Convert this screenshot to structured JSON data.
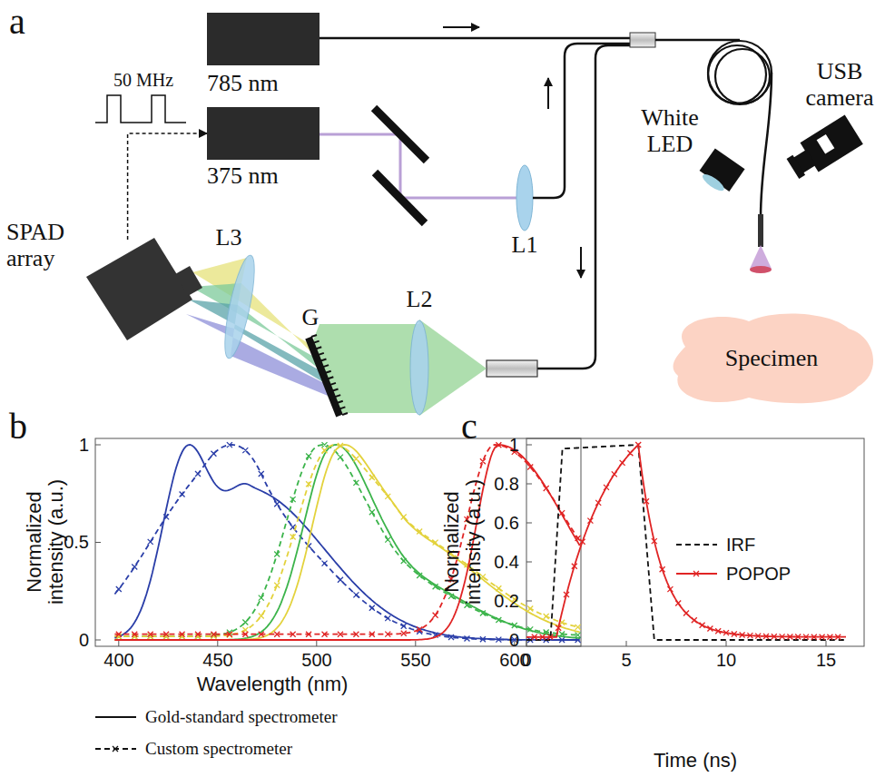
{
  "diagram": {
    "nodes": [
      {
        "text": [
          "785 nm"
        ]
      },
      {
        "text": [
          "375 nm"
        ]
      },
      {
        "text": [
          "SPAD array"
        ]
      },
      {
        "text": [
          "Specimen"
        ]
      }
    ],
    "edges": [
      {
        "from": 2,
        "to": 1,
        "arrow": "to"
      }
    ],
    "labels": [
      "a",
      "50 MHz",
      "L1",
      "L2",
      "L3",
      "G",
      "White LED",
      "USB camera",
      "b",
      "1",
      "0.5",
      "0",
      "400",
      "450",
      "500",
      "550",
      "600",
      "Normalized intensity (a.u.)",
      "Wavelength (nm)",
      "c",
      "1",
      "0.8",
      "0.6",
      "0.4",
      "0.2",
      "0",
      "0",
      "5",
      "10",
      "15",
      "Normalized intensity (a.u.)",
      "Time (ns)"
    ],
    "legend": [
      {
        "text": "Gold-standard spectrometer"
      },
      {
        "text": "Custom spectrometer"
      },
      {
        "text": "IRF"
      },
      {
        "text": "POPOP"
      }
    ]
  }
}
